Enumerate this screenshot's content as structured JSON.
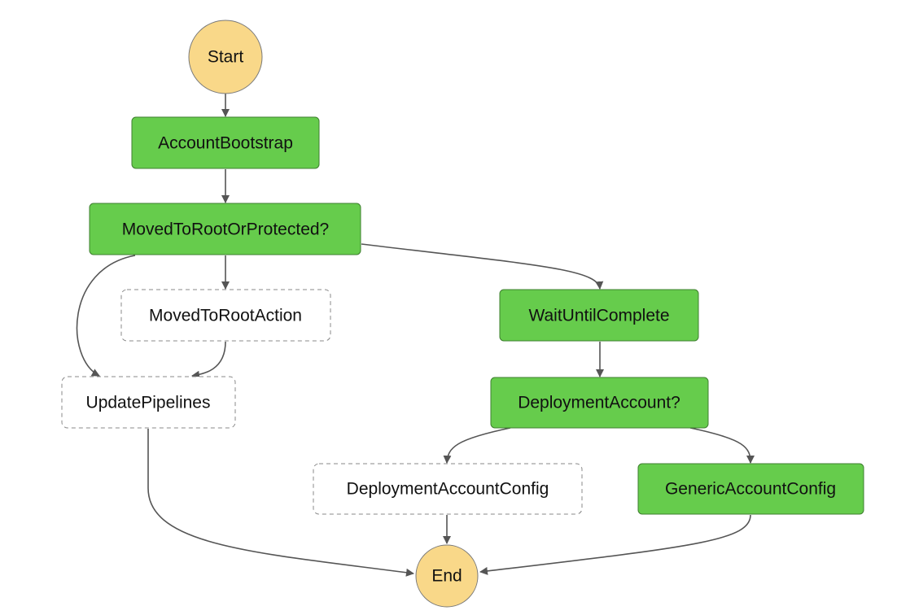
{
  "colors": {
    "terminal_fill": "#f9d889",
    "succeeded_fill": "#66cc4c",
    "not_run_fill": "#ffffff",
    "edge": "#555555"
  },
  "nodes": {
    "start": {
      "label": "Start",
      "status": "terminal"
    },
    "account_bootstrap": {
      "label": "AccountBootstrap",
      "status": "succeeded"
    },
    "moved_to_root_or_protected": {
      "label": "MovedToRootOrProtected?",
      "status": "succeeded"
    },
    "moved_to_root_action": {
      "label": "MovedToRootAction",
      "status": "not-run"
    },
    "update_pipelines": {
      "label": "UpdatePipelines",
      "status": "not-run"
    },
    "wait_until_complete": {
      "label": "WaitUntilComplete",
      "status": "succeeded"
    },
    "deployment_account_choice": {
      "label": "DeploymentAccount?",
      "status": "succeeded"
    },
    "deployment_account_config": {
      "label": "DeploymentAccountConfig",
      "status": "not-run"
    },
    "generic_account_config": {
      "label": "GenericAccountConfig",
      "status": "succeeded"
    },
    "end": {
      "label": "End",
      "status": "terminal"
    }
  },
  "edges": [
    {
      "from": "Start",
      "to": "AccountBootstrap"
    },
    {
      "from": "AccountBootstrap",
      "to": "MovedToRootOrProtected?"
    },
    {
      "from": "MovedToRootOrProtected?",
      "to": "MovedToRootAction"
    },
    {
      "from": "MovedToRootOrProtected?",
      "to": "UpdatePipelines"
    },
    {
      "from": "MovedToRootOrProtected?",
      "to": "WaitUntilComplete"
    },
    {
      "from": "MovedToRootAction",
      "to": "UpdatePipelines"
    },
    {
      "from": "WaitUntilComplete",
      "to": "DeploymentAccount?"
    },
    {
      "from": "DeploymentAccount?",
      "to": "DeploymentAccountConfig"
    },
    {
      "from": "DeploymentAccount?",
      "to": "GenericAccountConfig"
    },
    {
      "from": "UpdatePipelines",
      "to": "End"
    },
    {
      "from": "DeploymentAccountConfig",
      "to": "End"
    },
    {
      "from": "GenericAccountConfig",
      "to": "End"
    }
  ]
}
